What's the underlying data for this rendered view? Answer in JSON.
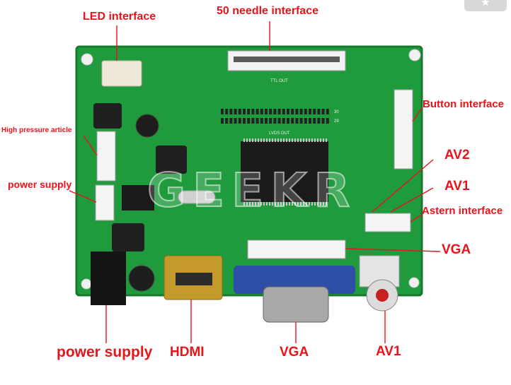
{
  "labels": {
    "led": "LED interface",
    "needle": "50 needle interface",
    "button": "Button interface",
    "high": "High pressure article",
    "av2": "AV2",
    "power_left": "power supply",
    "av1_right": "AV1",
    "astern": "Astern interface",
    "vga_right": "VGA",
    "power_bottom": "power supply",
    "hdmi": "HDMI",
    "vga_bottom": "VGA",
    "av1_bottom": "AV1"
  },
  "board_print": {
    "ttl_out": "TTL OUT",
    "lvds_out": "LVDS OUT",
    "pin_30": "30",
    "pin_29": "29"
  },
  "watermark": "GEEKR",
  "colors": {
    "label": "#e8141b",
    "pcb": "#1f9a3c",
    "vga_connector": "#2f4fa6",
    "hdmi_connector": "#c49a2c"
  },
  "icons": {
    "corner": "star-icon"
  }
}
